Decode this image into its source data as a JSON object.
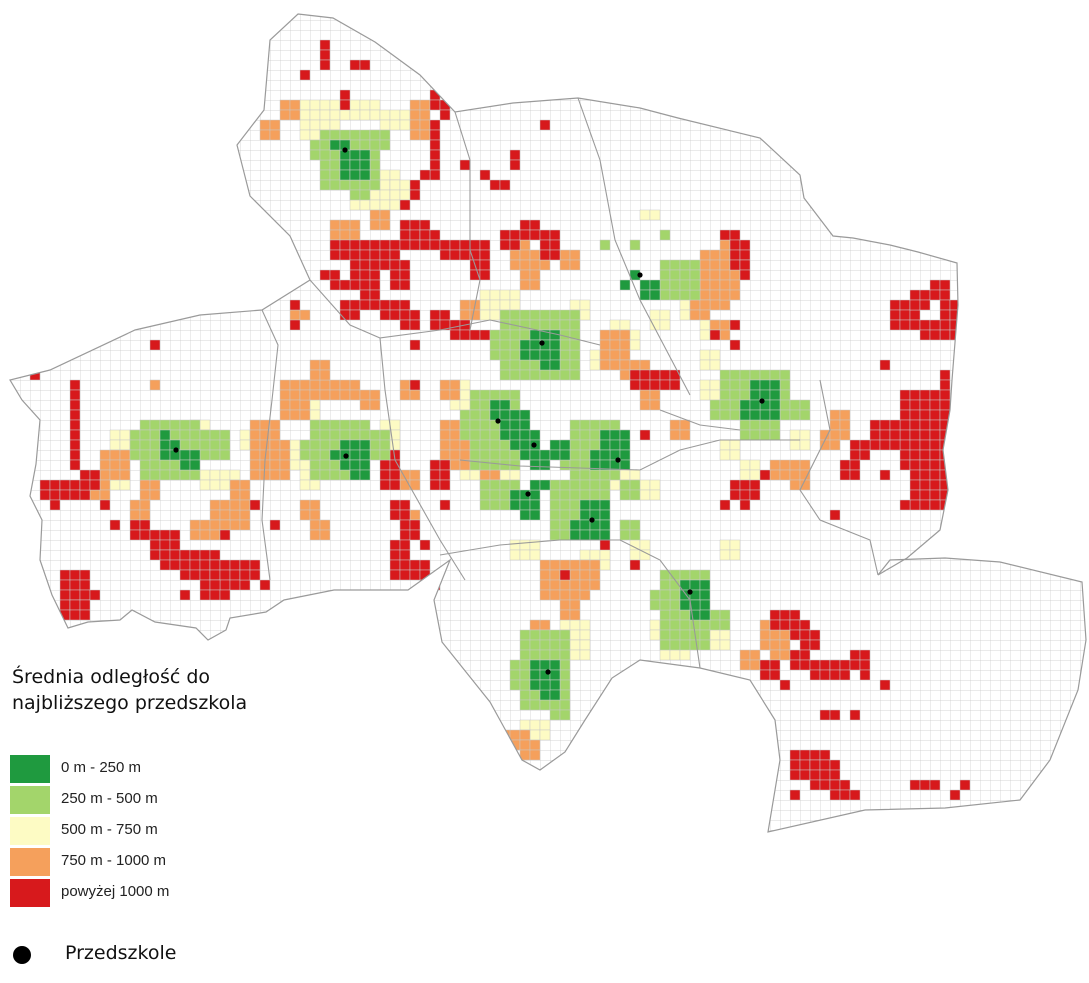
{
  "legend": {
    "title_line1": "Średnia odległość do",
    "title_line2": "najbliższego przedszkola",
    "classes": [
      {
        "label": "0 m - 250 m",
        "color": "#1f9a3f"
      },
      {
        "label": "250 m - 500 m",
        "color": "#a3d56b"
      },
      {
        "label": "500 m - 750 m",
        "color": "#fdfbc4"
      },
      {
        "label": "750 m - 1000 m",
        "color": "#f5a05c"
      },
      {
        "label": "powyżej 1000 m",
        "color": "#d7191c"
      }
    ],
    "point_label": "Przedszkole"
  },
  "colors": {
    "grid_line": "#c8c8c8",
    "boundary": "#9a9a9a",
    "point": "#000000"
  }
}
